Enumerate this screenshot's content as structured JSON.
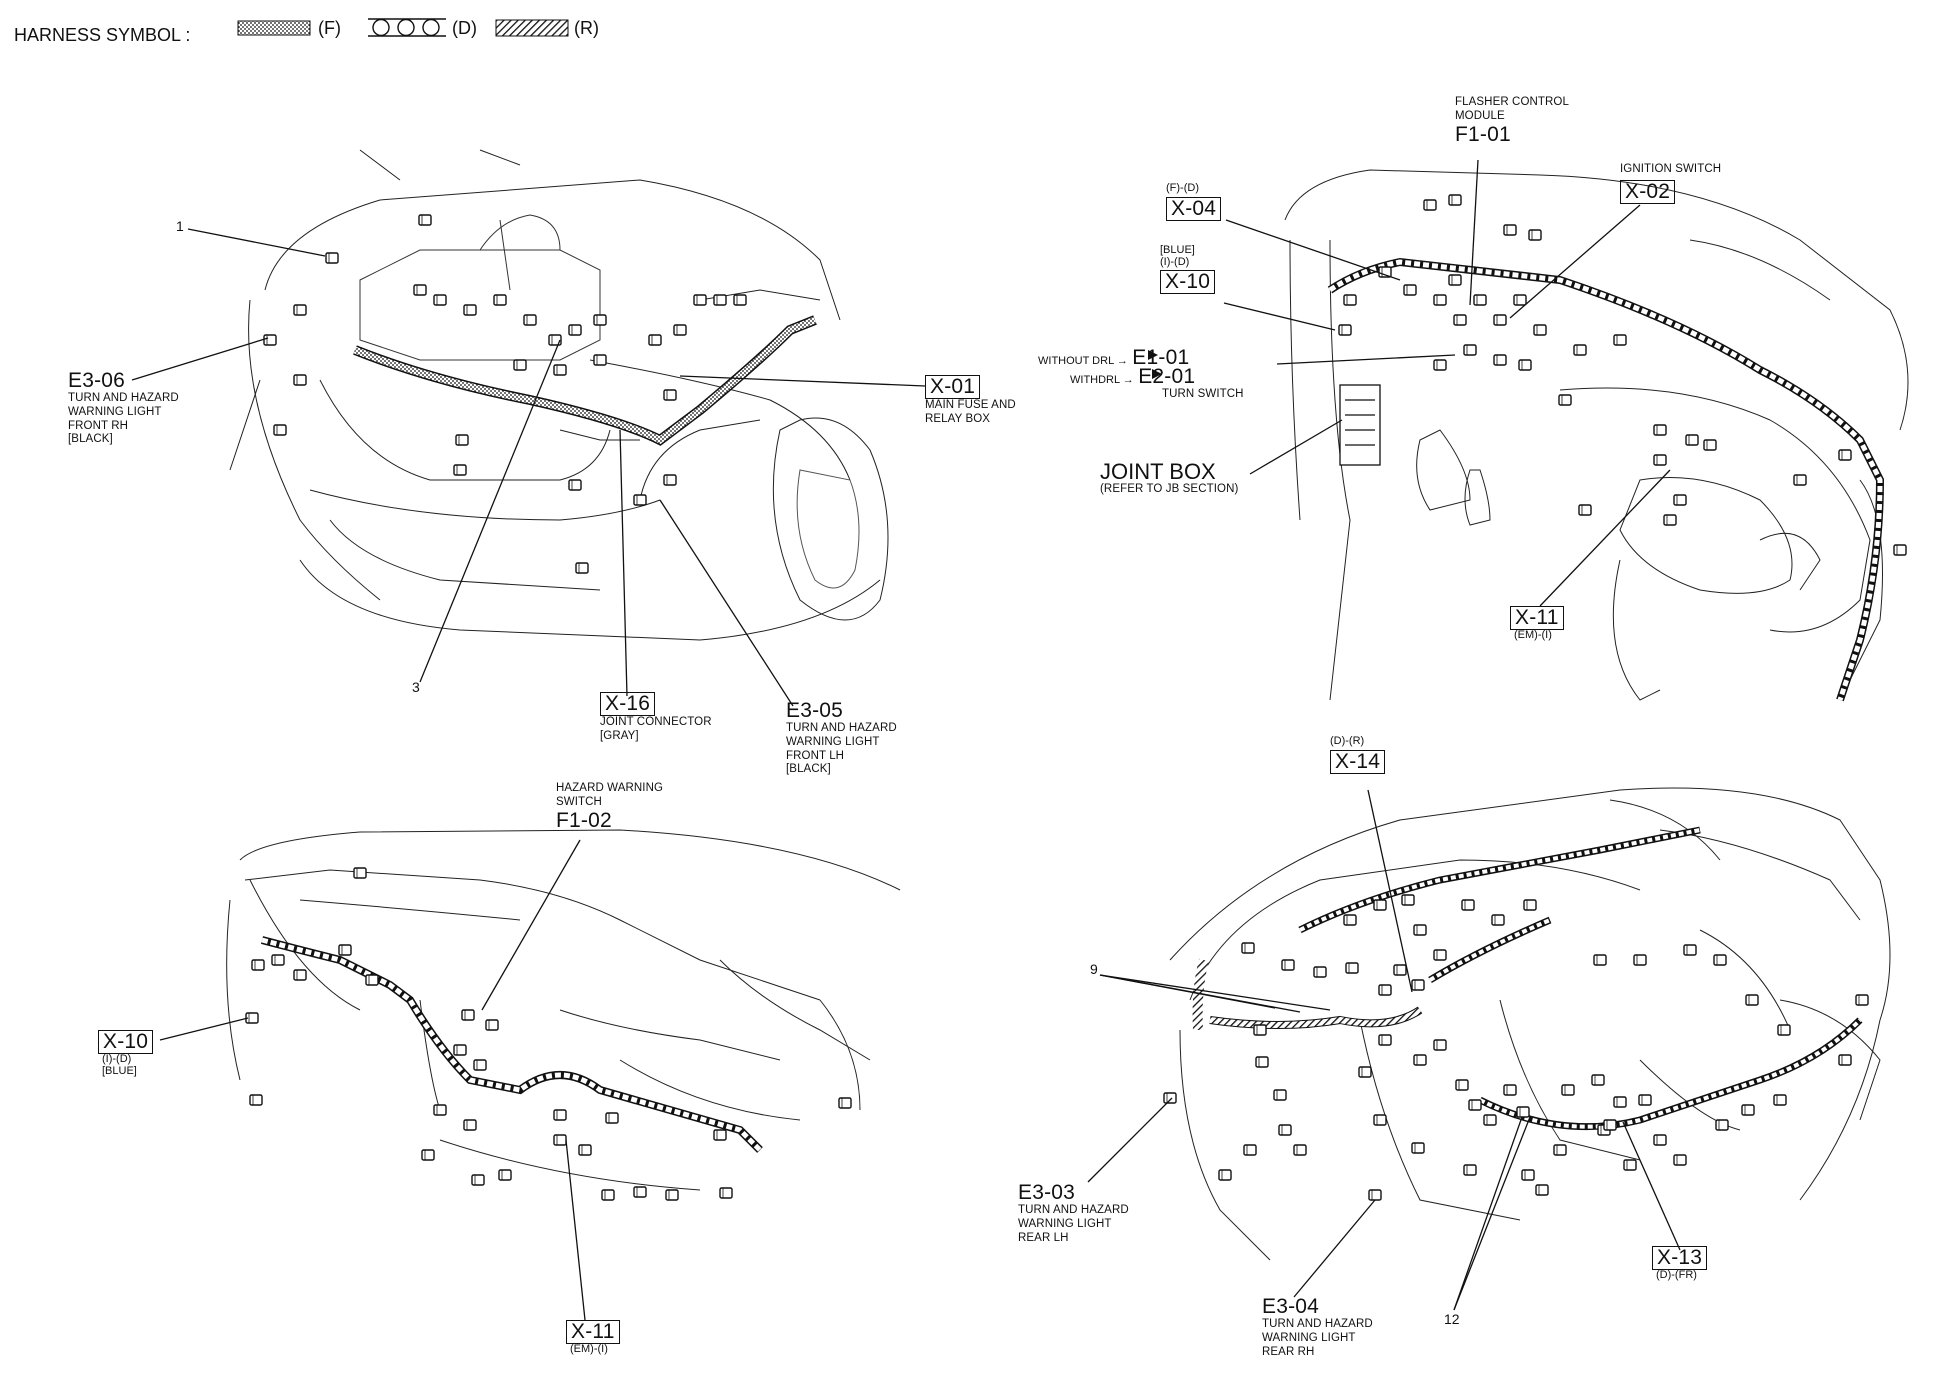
{
  "legend": {
    "title": "HARNESS SYMBOL :",
    "items": [
      {
        "symbol": "dotted-harness",
        "label": "(F)"
      },
      {
        "symbol": "circle-chain-harness",
        "label": "(D)"
      },
      {
        "symbol": "hatched-harness",
        "label": "(R)"
      }
    ]
  },
  "panel_front": {
    "callout_1": "1",
    "callout_3": "3",
    "e3_06": {
      "code": "E3-06",
      "desc": [
        "TURN AND HAZARD",
        "WARNING LIGHT",
        "FRONT RH",
        "[BLACK]"
      ]
    },
    "x_01": {
      "code": "X-01",
      "desc": [
        "MAIN FUSE AND",
        "RELAY BOX"
      ]
    },
    "x_16": {
      "code": "X-16",
      "desc": [
        "JOINT CONNECTOR",
        "[GRAY]"
      ]
    },
    "e3_05": {
      "code": "E3-05",
      "desc": [
        "TURN AND HAZARD",
        "WARNING LIGHT",
        "FRONT LH",
        "[BLACK]"
      ]
    }
  },
  "panel_dash": {
    "f1_01": {
      "desc": [
        "FLASHER CONTROL",
        "MODULE"
      ],
      "code": "F1-01"
    },
    "x_02": {
      "desc": "IGNITION SWITCH",
      "code": "X-02"
    },
    "x_04": {
      "tag": "(F)-(D)",
      "code": "X-04"
    },
    "x_10": {
      "tag": [
        "[BLUE]",
        "(I)-(D)"
      ],
      "code": "X-10"
    },
    "e1_01": {
      "prefix": "WITHOUT DRL →",
      "code": "E1-01"
    },
    "e2_01": {
      "prefix": "WITHDRL →",
      "code": "E2-01",
      "desc": "TURN SWITCH"
    },
    "joint_box": {
      "code": "JOINT BOX",
      "desc": "(REFER TO JB SECTION)"
    },
    "x_11": {
      "code": "X-11",
      "tag": "(EM)-(I)"
    }
  },
  "panel_panel": {
    "f1_02": {
      "desc": [
        "HAZARD WARNING",
        "SWITCH"
      ],
      "code": "F1-02"
    },
    "x_10": {
      "code": "X-10",
      "tag": [
        "(I)-(D)",
        "[BLUE]"
      ]
    },
    "x_11": {
      "code": "X-11",
      "tag": "(EM)-(I)"
    }
  },
  "panel_rear": {
    "x_14": {
      "tag": "(D)-(R)",
      "code": "X-14"
    },
    "callout_9": "9",
    "callout_12": "12",
    "e3_03": {
      "code": "E3-03",
      "desc": [
        "TURN AND HAZARD",
        "WARNING LIGHT",
        "REAR LH"
      ]
    },
    "e3_04": {
      "code": "E3-04",
      "desc": [
        "TURN AND HAZARD",
        "WARNING LIGHT",
        "REAR RH"
      ]
    },
    "x_13": {
      "code": "X-13",
      "tag": "(D)-(FR)"
    }
  }
}
